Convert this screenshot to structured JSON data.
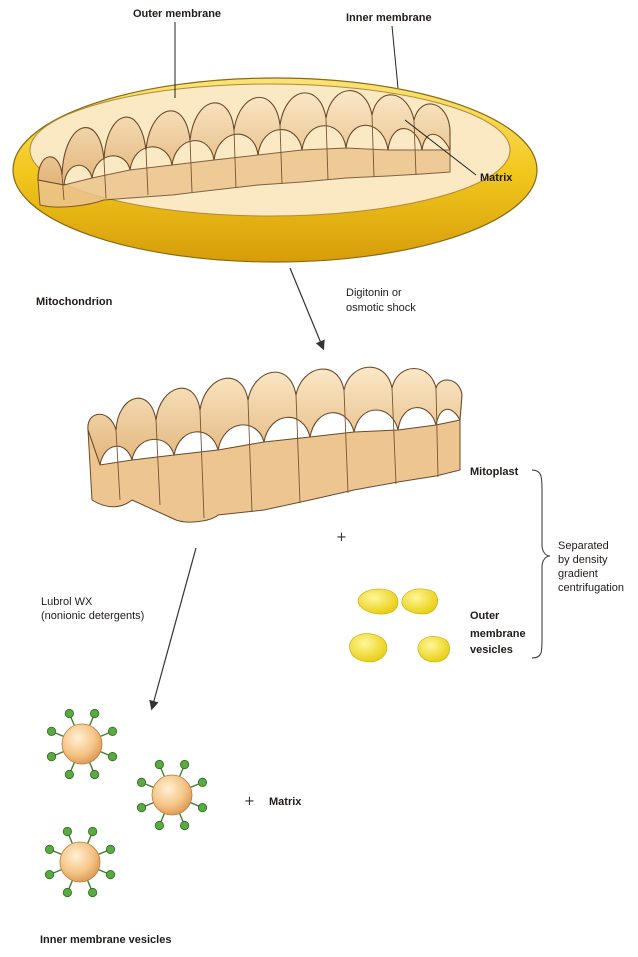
{
  "labels": {
    "outer_membrane": "Outer membrane",
    "inner_membrane": "Inner membrane",
    "matrix": "Matrix",
    "mitochondrion": "Mitochondrion",
    "digitonin_line1": "Digitonin or",
    "digitonin_line2": "osmotic shock",
    "mitoplast": "Mitoplast",
    "separated_line1": "Separated",
    "separated_line2": "by density",
    "separated_line3": "gradient",
    "separated_line4": "centrifugation",
    "lubrol_line1": "Lubrol WX",
    "lubrol_line2": "(nonionic detergents)",
    "outer_vesicles_line1": "Outer",
    "outer_vesicles_line2": "membrane",
    "outer_vesicles_line3": "vesicles",
    "matrix_product": "Matrix",
    "inner_vesicles": "Inner membrane vesicles",
    "plus_1": "+",
    "plus_2": "+"
  },
  "colors": {
    "outer_yellow": "#f2c81e",
    "outer_yellow_dark": "#d9a40c",
    "inner_beige": "#f1d3a6",
    "inner_shadow": "#c99a62",
    "outline": "#6b4a2a",
    "vesicle_yellow": "#f5e21c",
    "vesicle_core": "#f6c68a",
    "stalk_green": "#4f9a3a",
    "arrow": "#333333"
  }
}
